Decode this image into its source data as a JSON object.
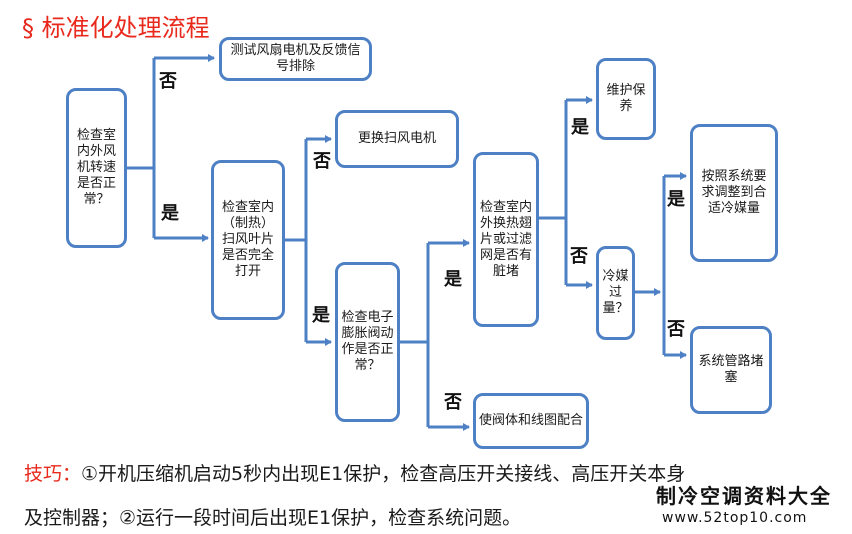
{
  "title": "§ 标准化处理流程",
  "colors": {
    "accent": "#e8291c",
    "box_border": "#4d80c4",
    "arrow": "#4d80c4"
  },
  "nodes": {
    "check_fan": "检查室内外风机转速是否正常？",
    "test_fan": "测试风扇电机及反馈信号排除",
    "check_louver": "检查室内（制热）扫风叶片是否完全打开",
    "replace_motor": "更换扫风电机",
    "check_valve": "检查电子膨胀阀动作是否正常？",
    "fit_valve": "使阀体和线图配合",
    "check_fins": "检查室内外换热翅片或过滤网是否有脏堵",
    "maintain": "维护保养",
    "check_overcharge": "冷媒过量？",
    "adjust": "按照系统要求调整到合适冷媒量",
    "pipe_blocked": "系统管路堵塞"
  },
  "labels": {
    "fan_no": "否",
    "fan_yes": "是",
    "louver_no": "否",
    "louver_yes": "是",
    "valve_yes": "是",
    "valve_no": "否",
    "fins_yes": "是",
    "fins_no": "否",
    "over_yes": "是",
    "over_no": "否"
  },
  "tip": {
    "prefix": "技巧：",
    "line1": "①开机压缩机启动5秒内出现E1保护，检查高压开关接线、高压开关本身",
    "line2": "及控制器；②运行一段时间后出现E1保护，检查系统问题。"
  },
  "watermark": {
    "name": "制冷空调资料大全",
    "url": "www.52top10.com"
  }
}
